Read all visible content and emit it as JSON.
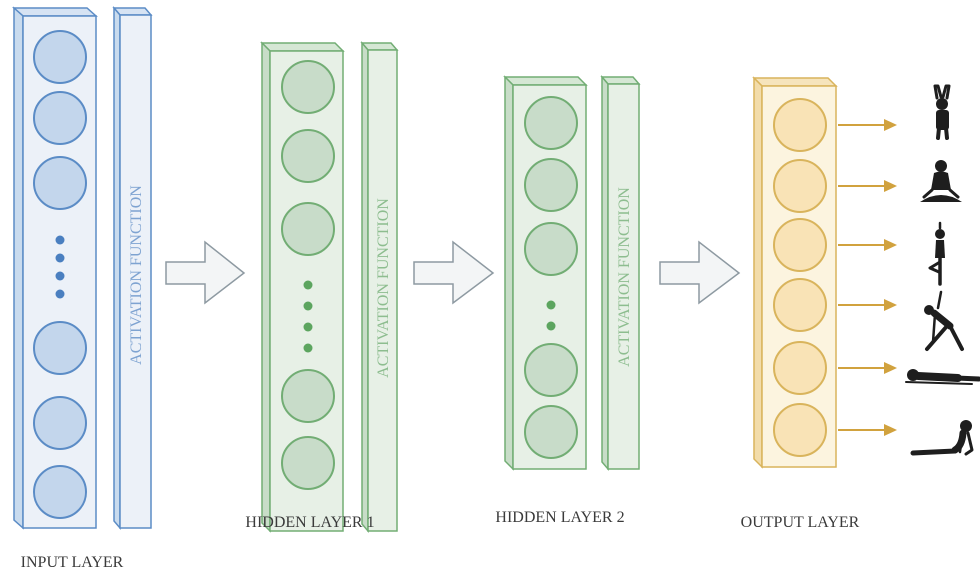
{
  "layers": {
    "input": {
      "label": "INPUT LAYER",
      "activation": "ACTIVATION FUNCTION"
    },
    "hidden1": {
      "label": "HIDDEN LAYER 1",
      "activation": "ACTIVATION FUNCTION"
    },
    "hidden2": {
      "label": "HIDDEN LAYER 2",
      "activation": "ACTIVATION FUNCTION"
    },
    "output": {
      "label": "OUTPUT LAYER"
    }
  },
  "colors": {
    "input_stroke": "#5b8cc6",
    "input_fill": "#ecf1f8",
    "input_node": "#c3d6ec",
    "hidden_stroke": "#72ad74",
    "hidden_fill": "#e7f0e6",
    "hidden_node": "#c8dcc9",
    "output_stroke": "#d9b45c",
    "output_fill": "#fcf4df",
    "output_node": "#f9e3b6",
    "arrow_fill": "#f3f5f6",
    "arrow_stroke": "#8e9aa2",
    "output_arrow": "#d1a23e"
  },
  "outputs": [
    {
      "icon": "standing-pose-icon"
    },
    {
      "icon": "seated-meditation-pose-icon"
    },
    {
      "icon": "tree-pose-icon"
    },
    {
      "icon": "triangle-pose-icon"
    },
    {
      "icon": "lying-pose-icon"
    },
    {
      "icon": "cobra-pose-icon"
    }
  ]
}
